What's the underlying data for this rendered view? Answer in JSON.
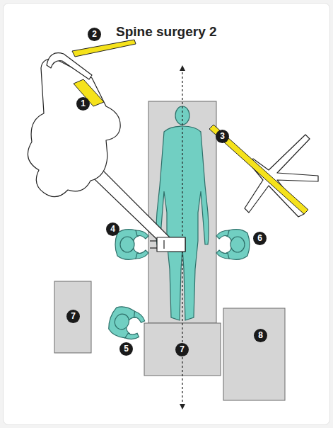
{
  "diagram": {
    "title": "Spine surgery 2",
    "labels": [
      "1",
      "2",
      "3",
      "4",
      "5",
      "6",
      "7",
      "7",
      "8"
    ]
  }
}
